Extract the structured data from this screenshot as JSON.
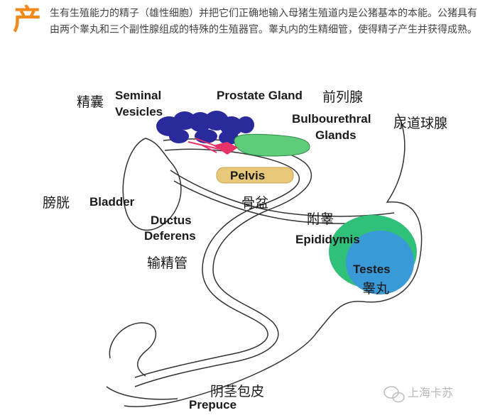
{
  "intro": {
    "drop_cap": "产",
    "text": "生有生殖能力的精子（雄性细胞）并把它们正确地输入母猪生殖道内是公猪基本的本能。公猪具有由两个睾丸和三个副性腺组成的特殊的生殖器官。睾丸内的生精细管，使得精子产生并获得成熟。"
  },
  "labels": {
    "seminal_cn": "精囊",
    "seminal_en_1": "Seminal",
    "seminal_en_2": "Vesicles",
    "prostate_en": "Prostate Gland",
    "prostate_cn": "前列腺",
    "bulbo_en_1": "Bulbourethral",
    "bulbo_en_2": "Glands",
    "bulbo_cn": "尿道球腺",
    "pelvis_en": "Pelvis",
    "pelvis_cn": "骨盆",
    "bladder_cn": "膀胱",
    "bladder_en": "Bladder",
    "ductus_en_1": "Ductus",
    "ductus_en_2": "Deferens",
    "ductus_cn": "输精管",
    "epididymis_cn": "附睾",
    "epididymis_en": "Epididymis",
    "testes_en": "Testes",
    "testes_cn": "睾丸",
    "prepuce_cn": "阴茎包皮",
    "prepuce_en": "Prepuce"
  },
  "watermark": {
    "text": "上海卡苏",
    "icon": "wechat-icon"
  },
  "colors": {
    "seminal_vesicles": "#2a2a9c",
    "bulbourethral": "#5fcc7a",
    "pelvis": "#e6c878",
    "testes": "#3a9ad8",
    "epididymis": "#2fc07a",
    "prostate": "#e8336a",
    "accent": "#f08a1c"
  }
}
